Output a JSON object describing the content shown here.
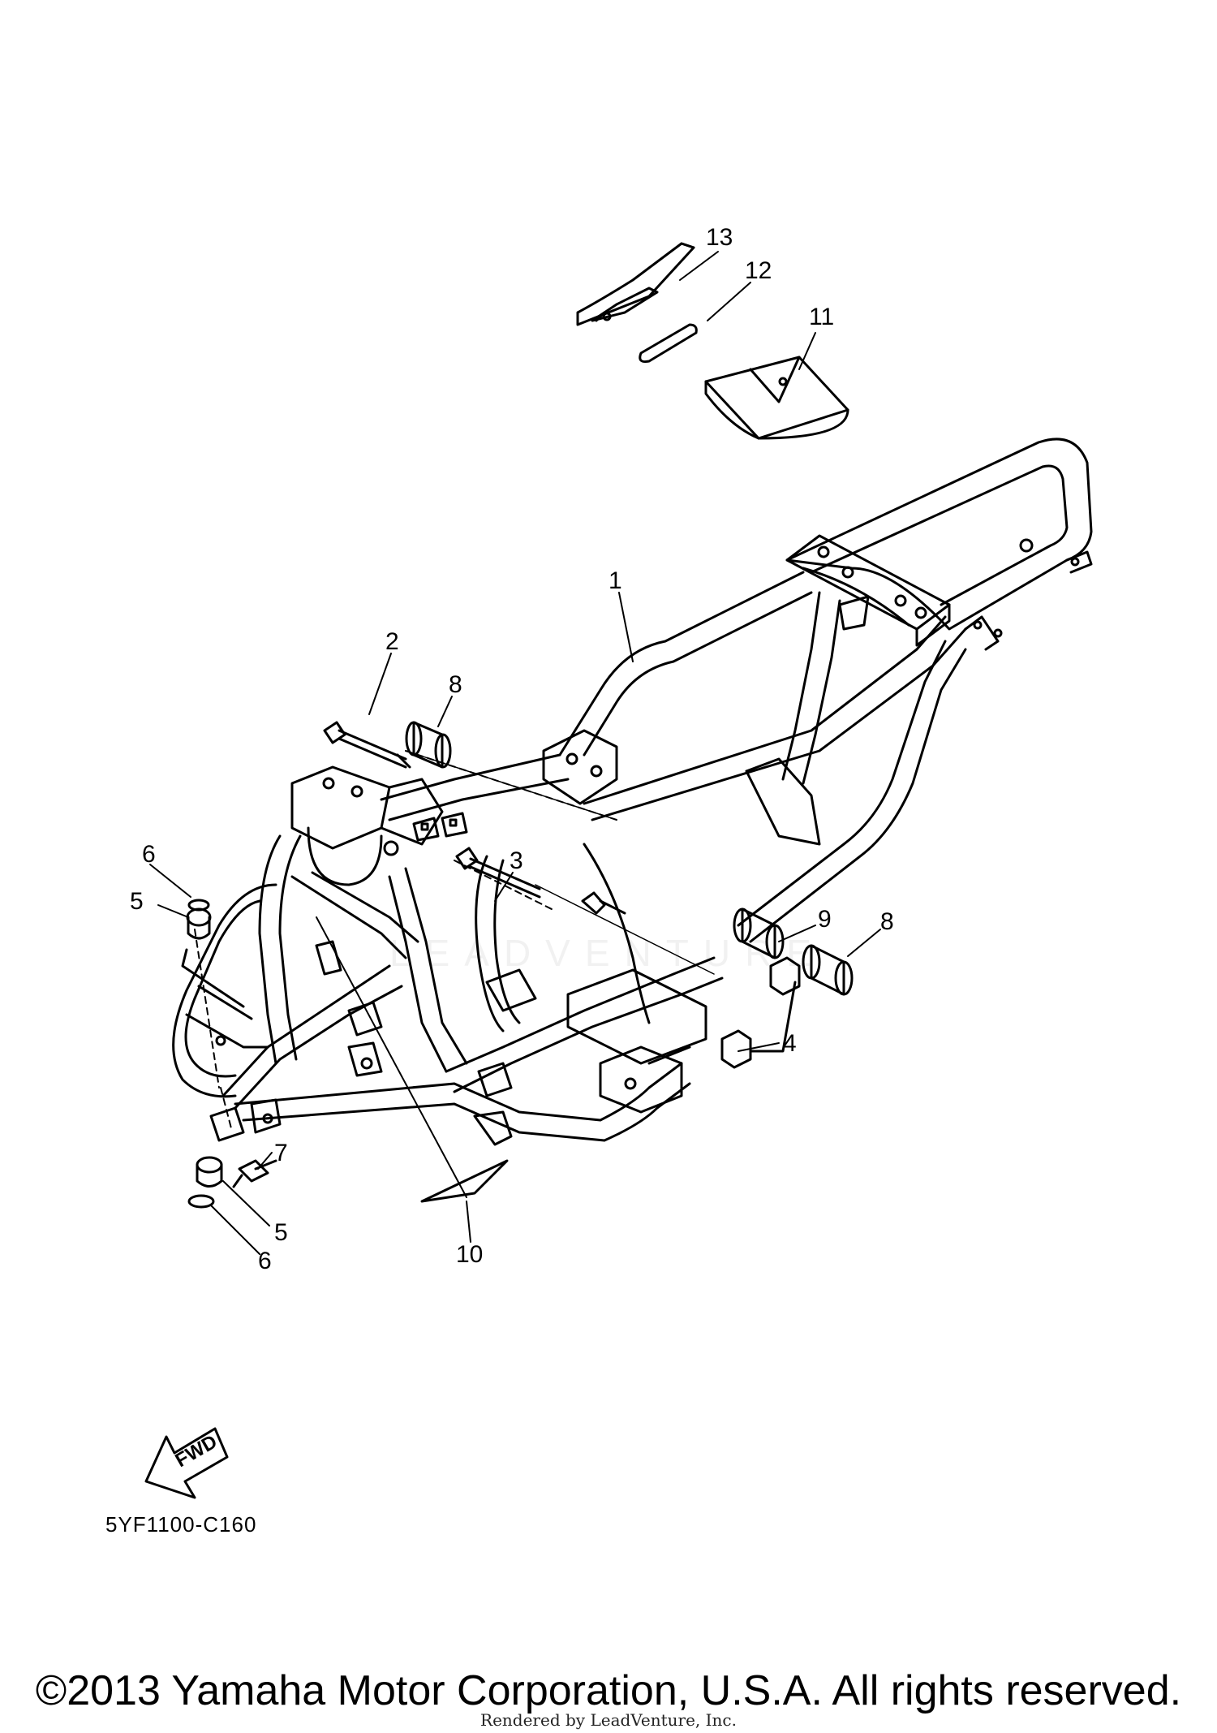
{
  "diagram": {
    "callouts": [
      "1",
      "2",
      "3",
      "4",
      "5",
      "5",
      "6",
      "6",
      "7",
      "8",
      "8",
      "9",
      "10",
      "11",
      "12",
      "13"
    ],
    "direction_arrow": "FWD",
    "diagram_code": "5YF1100-C160",
    "watermark": "LEADVENTURE"
  },
  "footer": {
    "copyright": "©2013 Yamaha Motor Corporation, U.S.A. All rights reserved.",
    "rendered_by": "Rendered by LeadVenture, Inc."
  }
}
